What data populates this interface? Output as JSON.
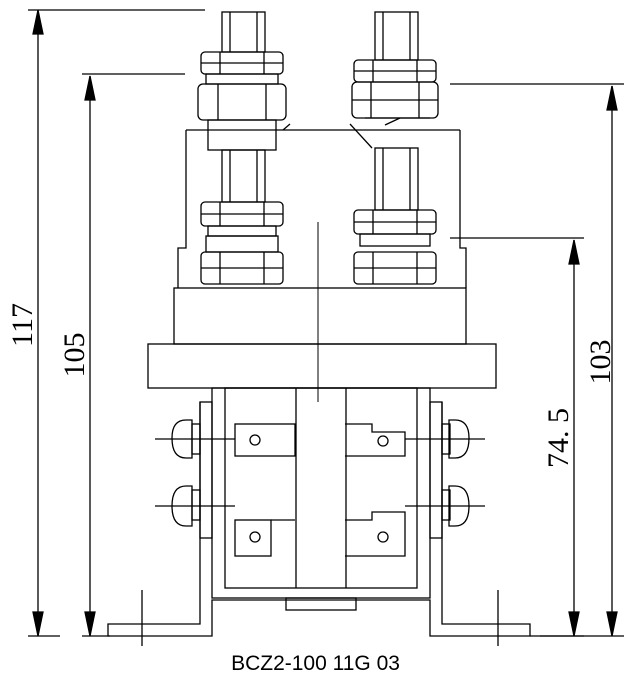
{
  "dimensions": {
    "overall_height": "117",
    "mount_height": "105",
    "terminal_height": "103",
    "coil_height": "74. 5"
  },
  "caption": "BCZ2-100 11G 03",
  "colors": {
    "line": "#000000",
    "background": "#ffffff"
  }
}
